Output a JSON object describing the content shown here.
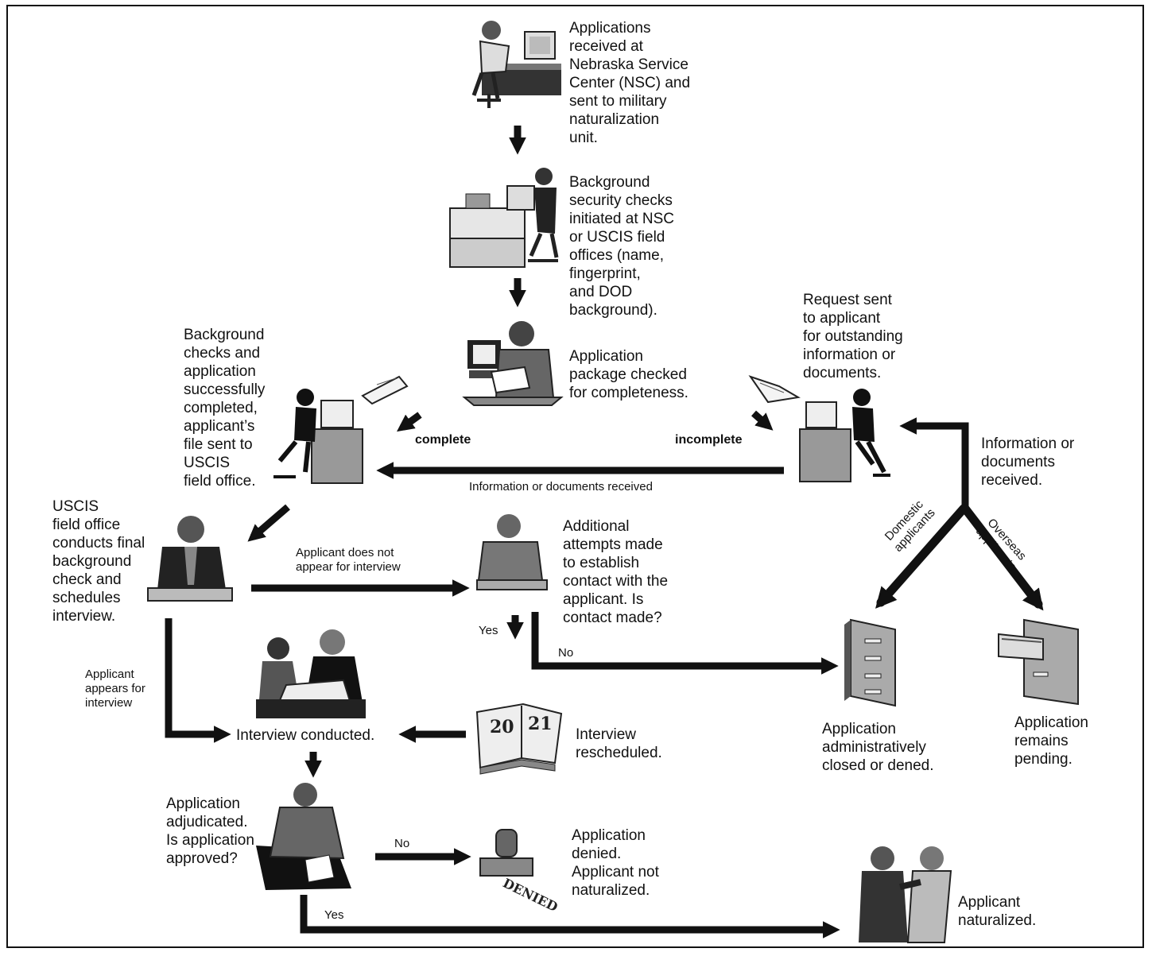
{
  "steps": {
    "received": "Applications\nreceived at\nNebraska Service\nCenter (NSC) and\nsent to military\nnaturalization\nunit.",
    "background": "Background\nsecurity checks\ninitiated at NSC\nor USCIS field\noffices (name,\nfingerprint,\nand DOD\nbackground).",
    "package": "Application\npackage checked\nfor completeness.",
    "request": "Request sent\nto applicant\nfor outstanding\ninformation or\ndocuments.",
    "success": "Background\nchecks and\napplication\nsuccessfully\ncompleted,\napplicant’s\nfile sent to\nUSCIS\nfield office.",
    "field_office": "USCIS\nfield office\nconducts final\nbackground\ncheck and\nschedules\ninterview.",
    "additional": "Additional\nattempts made\nto establish\ncontact with the\napplicant. Is\ncontact made?",
    "interview": "Interview conducted.",
    "rescheduled": "Interview\nrescheduled.",
    "closed": "Application\nadministratively\nclosed or dened.",
    "pending": "Application\nremains\npending.",
    "adjudicated": "Application\nadjudicated.\nIs application\napproved?",
    "denied": "Application\ndenied.\nApplicant not\nnaturalized.",
    "naturalized": "Applicant\nnaturalized.",
    "info_received_right": "Information or\ndocuments\nreceived."
  },
  "edges": {
    "complete": "complete",
    "incomplete": "incomplete",
    "info_received": "Information or documents received",
    "no_show": "Applicant does not\nappear for interview",
    "appears": "Applicant\nappears for\ninterview",
    "yes_contact": "Yes",
    "no_contact": "No",
    "domestic": "Domestic\napplicants",
    "overseas": "Overseas\napplicants",
    "no_approve": "No",
    "yes_approve": "Yes"
  },
  "icons": {
    "calendar_left": "20",
    "calendar_right": "21",
    "stamp": "DENIED"
  }
}
